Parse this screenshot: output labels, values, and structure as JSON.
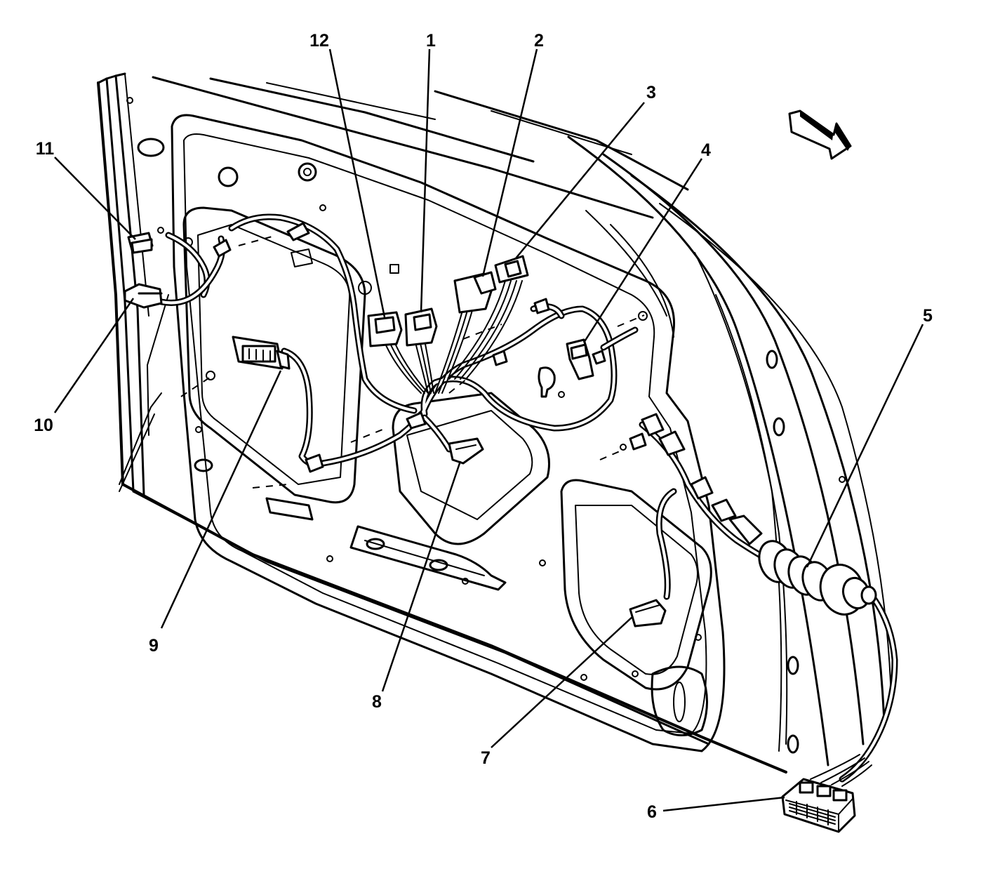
{
  "callouts": [
    {
      "id": "1",
      "label": "1"
    },
    {
      "id": "2",
      "label": "2"
    },
    {
      "id": "3",
      "label": "3"
    },
    {
      "id": "4",
      "label": "4"
    },
    {
      "id": "5",
      "label": "5"
    },
    {
      "id": "6",
      "label": "6"
    },
    {
      "id": "7",
      "label": "7"
    },
    {
      "id": "8",
      "label": "8"
    },
    {
      "id": "9",
      "label": "9"
    },
    {
      "id": "10",
      "label": "10"
    },
    {
      "id": "11",
      "label": "11"
    },
    {
      "id": "12",
      "label": "12"
    }
  ],
  "icons": {
    "direction_arrow": "forward-arrow-icon"
  }
}
